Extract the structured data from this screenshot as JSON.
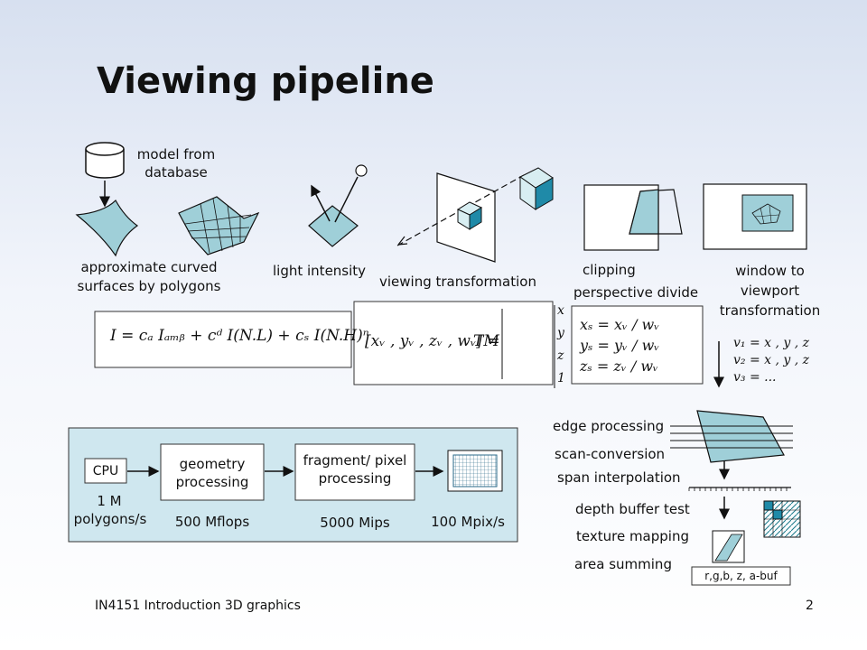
{
  "slide": {
    "title": "Viewing pipeline",
    "footer_left": "IN4151  Introduction 3D graphics",
    "page_number": "2"
  },
  "stages": {
    "model": [
      "model from",
      "database"
    ],
    "approx": [
      "approximate curved",
      "surfaces by polygons"
    ],
    "light": "light intensity",
    "viewing": "viewing transformation",
    "clipping": "clipping",
    "perspective": "perspective divide",
    "window": [
      "window to",
      "viewport",
      "transformation"
    ]
  },
  "formulas": {
    "lighting": "I = cₐ Iₐₘᵦ + cᵈ I(N.L) + cₛ I(N.H)ⁿ",
    "transform_lhs": "[xᵥ , yᵥ , zᵥ , wᵥ] =",
    "transform_tm": "TM",
    "transform_vec": [
      "x",
      "y",
      "z",
      "1"
    ],
    "divide": [
      "xₛ = xᵥ / wᵥ",
      "yₛ = yᵥ / wᵥ",
      "zₛ = zᵥ / wᵥ"
    ],
    "vertices": [
      "v₁ = x , y , z",
      "v₂ = x , y , z",
      "v₃ = ..."
    ]
  },
  "hardware": {
    "cpu": "CPU",
    "cpu_rate": [
      "1 M",
      "polygons/s"
    ],
    "geometry": [
      "geometry",
      "processing"
    ],
    "geometry_rate": "500 Mflops",
    "fragment": [
      "fragment/ pixel",
      "processing"
    ],
    "fragment_rate": "5000 Mips",
    "pixel_rate": "100 Mpix/s"
  },
  "raster": {
    "edge": "edge processing",
    "scan": "scan-conversion",
    "span": "span interpolation",
    "depth": "depth buffer test",
    "texture": "texture mapping",
    "area": "area summing",
    "buffer": "r,g,b, z, a-buf"
  }
}
